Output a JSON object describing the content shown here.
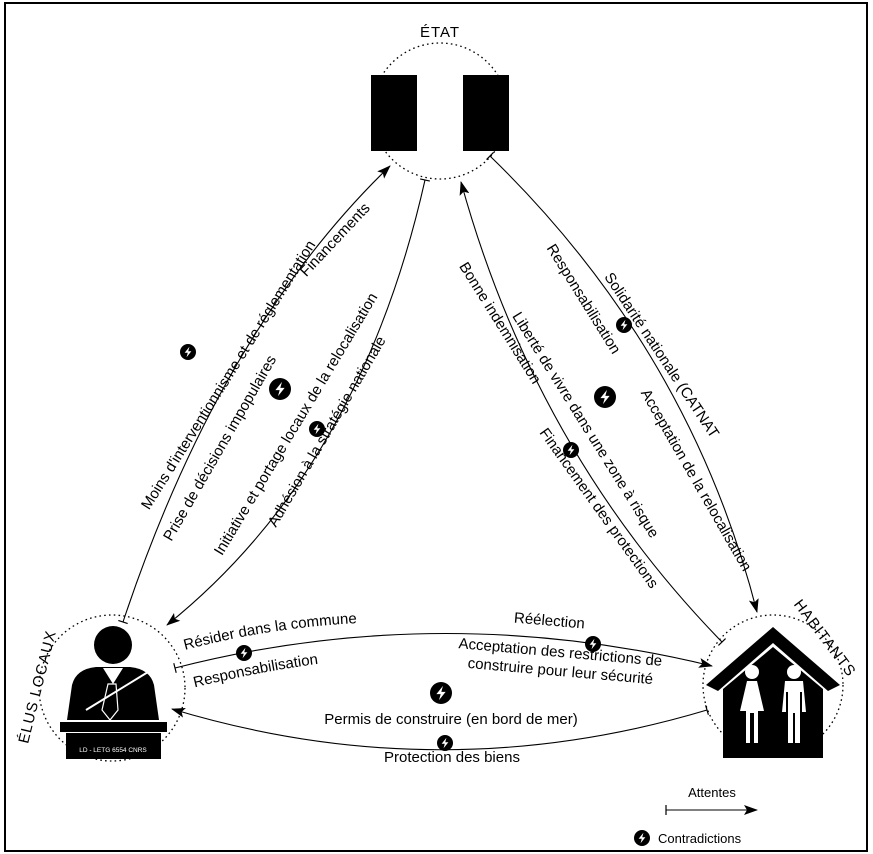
{
  "nodes": {
    "etat": "ÉTAT",
    "elus": "ÉLUS LOCAUX",
    "habitants": "HABITANTS",
    "credit": "LD - LETG 6554 CNRS"
  },
  "edges": {
    "elus_to_etat": [
      "Financements",
      "Moins d'interventionnisme et de réglementation",
      "Prise de décisions impopulaires"
    ],
    "etat_to_elus": [
      "Initiative et portage locaux de la relocalisation",
      "Adhésion à la stratégie nationale"
    ],
    "habitants_to_etat": [
      "Bonne indemnisation",
      "Liberté de vivre dans une zone à risque",
      "Financement des protections"
    ],
    "etat_to_habitants": [
      "Responsabilisation",
      "Solidarité nationale (CATNAT)",
      "Acceptation de la relocalisation"
    ],
    "elus_to_habitants": [
      "Résider dans la commune",
      "Responsabilisation",
      "Réélection",
      "Acceptation des restrictions de",
      "construire pour leur sécurité"
    ],
    "habitants_to_elus": [
      "Permis de construire (en bord de mer)",
      "Protection des biens"
    ]
  },
  "legend": {
    "attentes": "Attentes",
    "contradictions": "Contradictions"
  }
}
